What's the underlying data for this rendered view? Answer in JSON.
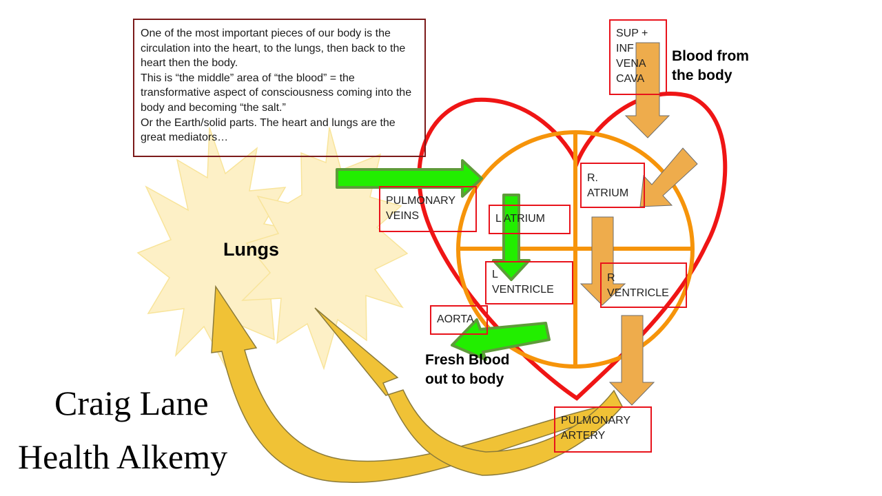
{
  "note": {
    "lines": [
      "One of the most important pieces of our body is the circulation into the heart, to the lungs, then back to the heart then the body.",
      "This is “the middle” area of “the blood” = the transformative aspect of consciousness coming into the body and becoming “the salt.”",
      "Or the Earth/solid parts.  The heart and lungs are the great mediators…"
    ]
  },
  "labels": {
    "vena_cava": "SUP +\nINF\nVENA\nCAVA",
    "blood_from_body": "Blood from\nthe body",
    "r_atrium": "R.\nATRIUM",
    "pulmonary_veins": "PULMONARY\nVEINS",
    "l_atrium": "L ATRIUM",
    "l_ventricle": "L\nVENTRICLE",
    "r_ventricle": "R\nVENTRICLE",
    "aorta": "AORTA",
    "fresh_blood": "Fresh Blood\nout to body",
    "pulmonary_artery": "PULMONARY\nARTERY",
    "lungs": "Lungs"
  },
  "brand": {
    "line1": "Craig Lane",
    "line2": "Health Alkemy"
  },
  "colors": {
    "heart_outline": "#ef1515",
    "chamber_lines": "#f6940a",
    "green_arrow": "#22ee00",
    "green_arrow_border": "#5e9b3a",
    "orange_arrow": "#eeac4c",
    "gold_arrow": "#f0c236",
    "lung_fill": "#fdf0c6",
    "label_border": "#e8121b"
  }
}
